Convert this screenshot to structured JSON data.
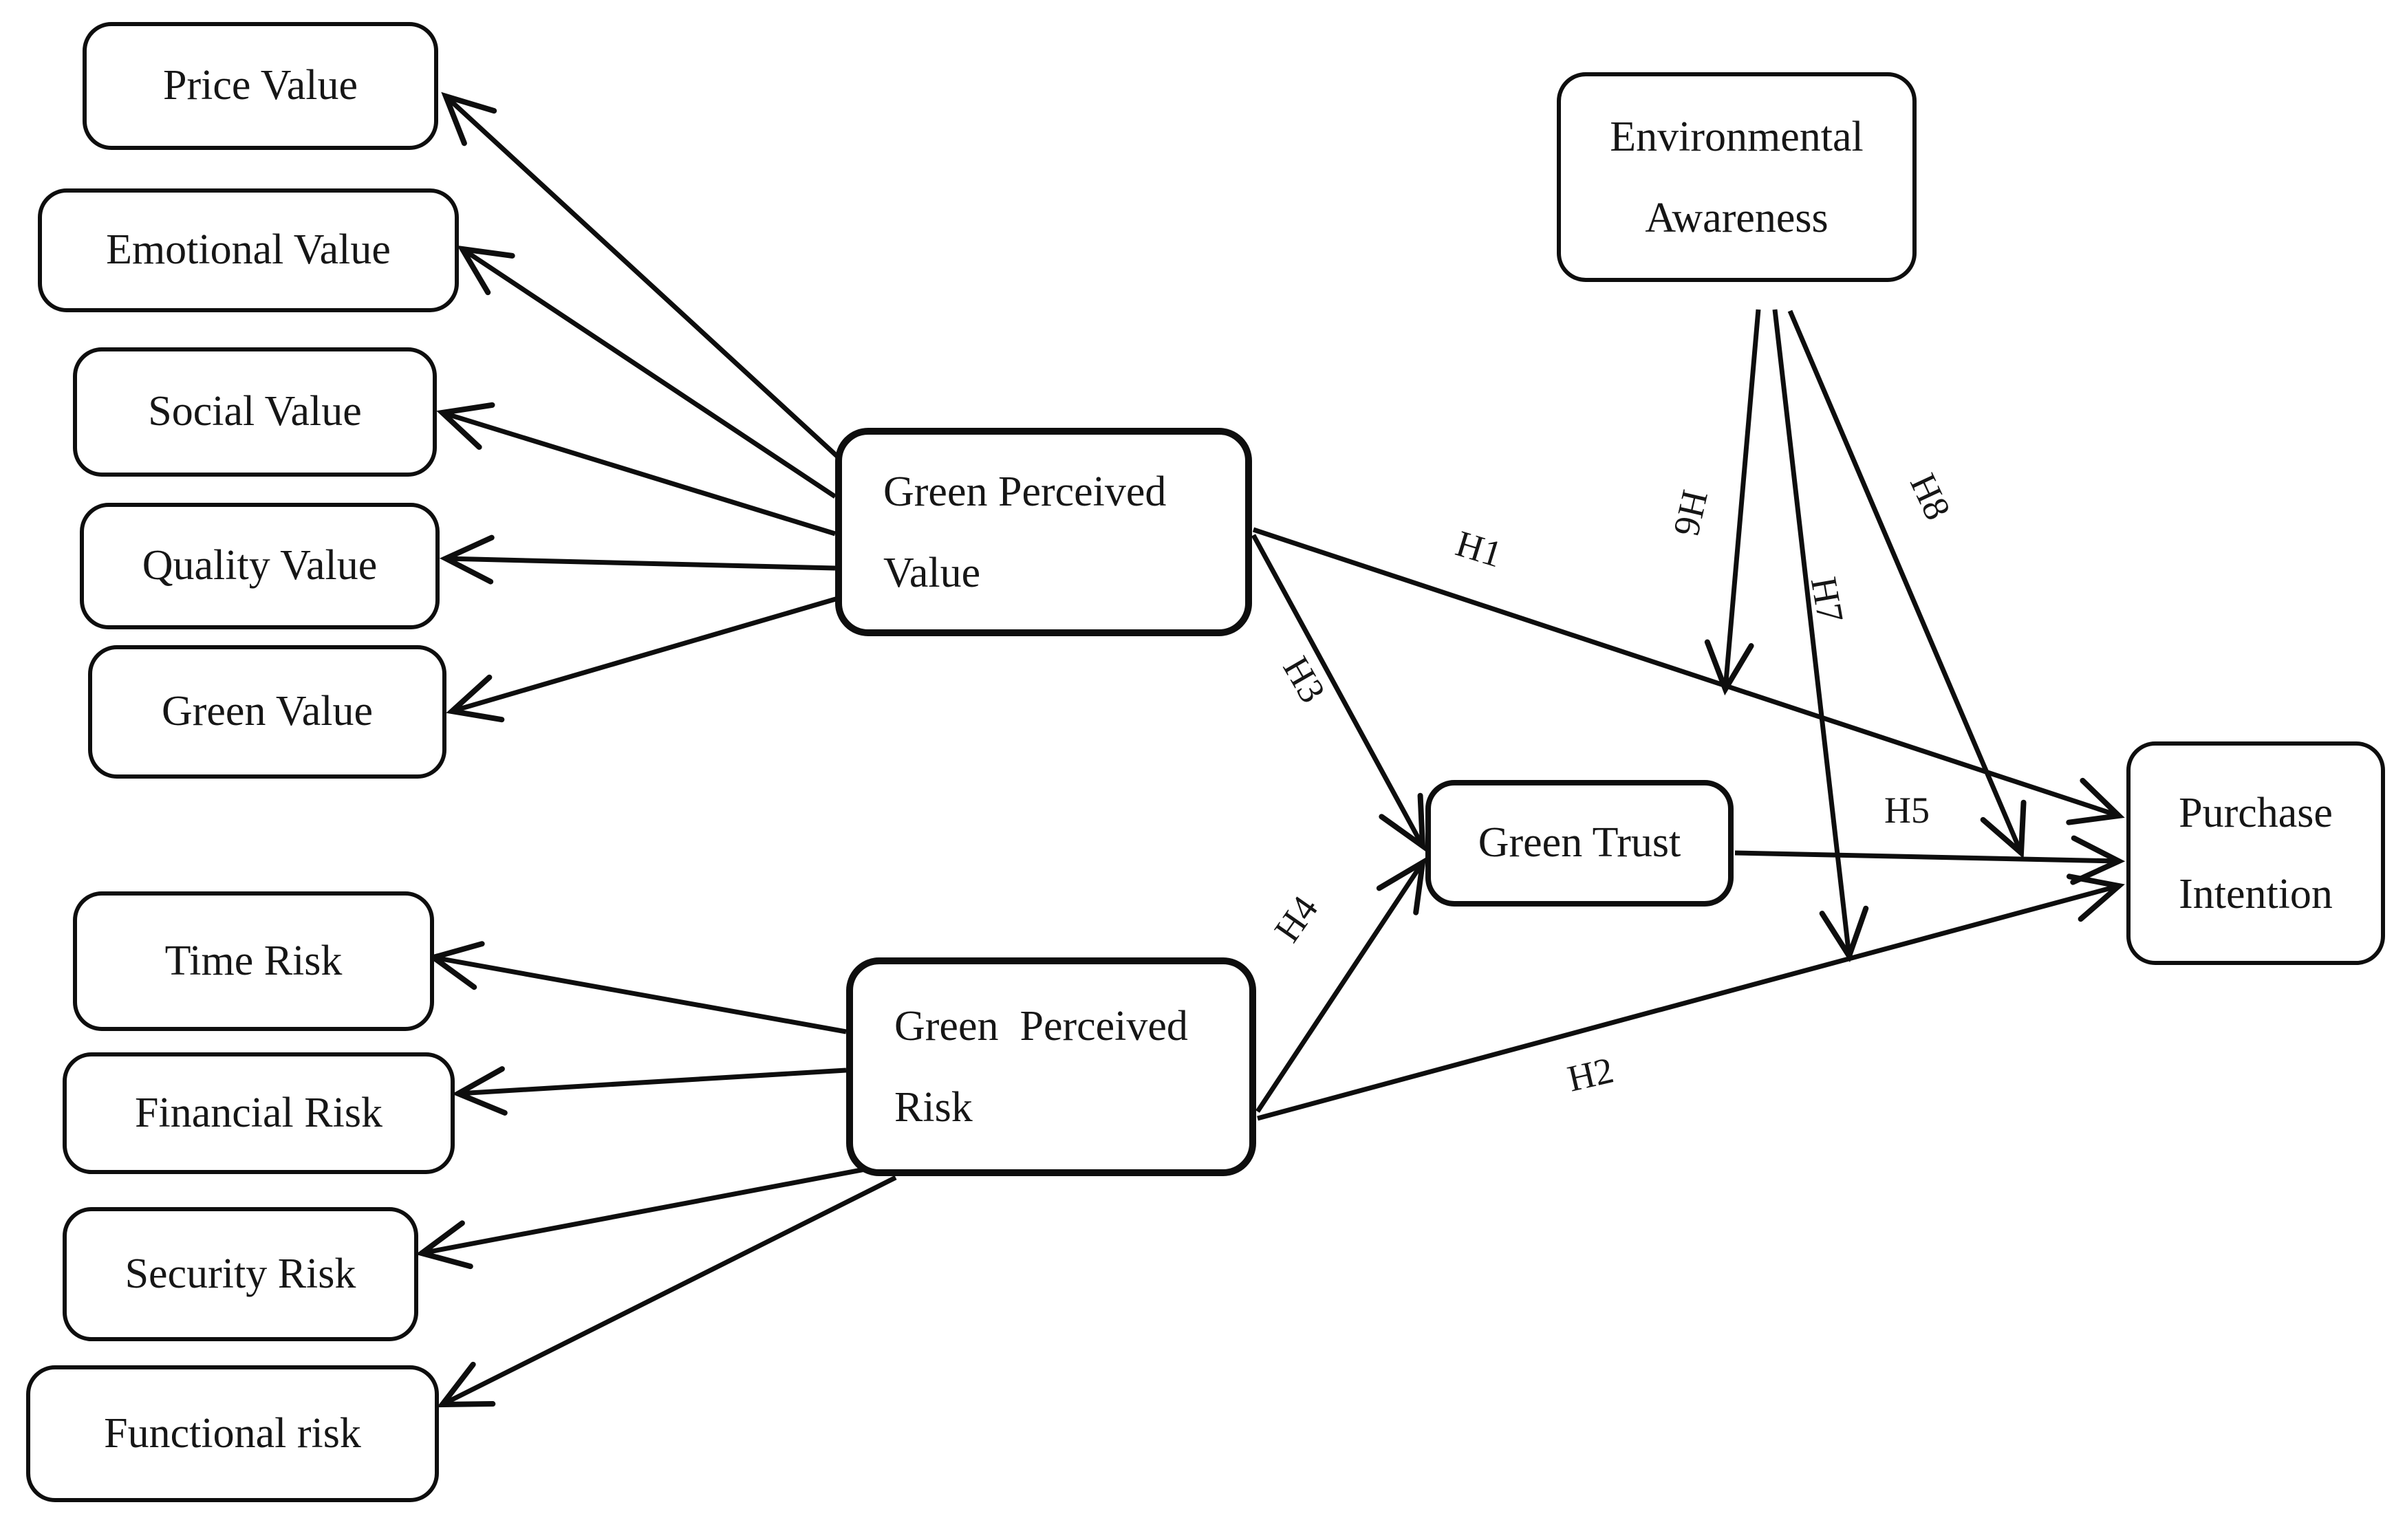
{
  "colors": {
    "background": "#ffffff",
    "ink": "#141414"
  },
  "diagram": {
    "nodes": {
      "price_value": {
        "label": "Price Value"
      },
      "emotional_value": {
        "label": "Emotional Value"
      },
      "social_value": {
        "label": "Social Value"
      },
      "quality_value": {
        "label": "Quality Value"
      },
      "green_value": {
        "label": "Green Value"
      },
      "green_perceived_value": {
        "line1": "Green Perceived",
        "line2": "Value"
      },
      "time_risk": {
        "label": "Time Risk"
      },
      "financial_risk": {
        "label": "Financial Risk"
      },
      "security_risk": {
        "label": "Security Risk"
      },
      "functional_risk": {
        "label": "Functional risk"
      },
      "green_perceived_risk": {
        "line1": "Green  Perceived",
        "line2": "Risk"
      },
      "green_trust": {
        "label": "Green Trust"
      },
      "environmental_awareness": {
        "line1": "Environmental",
        "line2": "Awareness"
      },
      "purchase_intention": {
        "line1": "Purchase",
        "line2": "Intention"
      }
    },
    "measurement_arrows": {
      "from_green_perceived_value": [
        "Price Value",
        "Emotional Value",
        "Social Value",
        "Quality Value",
        "Green Value"
      ],
      "from_green_perceived_risk": [
        "Time Risk",
        "Financial Risk",
        "Security Risk",
        "Functional risk"
      ]
    },
    "hypotheses": {
      "h1": {
        "label": "H1",
        "from": "Green Perceived Value",
        "to": "Purchase Intention"
      },
      "h2": {
        "label": "H2",
        "from": "Green Perceived Risk",
        "to": "Purchase Intention"
      },
      "h3": {
        "label": "H3",
        "from": "Green Perceived Value",
        "to": "Green Trust"
      },
      "h4": {
        "label": "H4",
        "from": "Green Perceived Risk",
        "to": "Green Trust"
      },
      "h5": {
        "label": "H5",
        "from": "Green Trust",
        "to": "Purchase Intention"
      },
      "h6": {
        "label": "H6",
        "from": "Environmental Awareness",
        "to": "H1 path"
      },
      "h7": {
        "label": "H7",
        "from": "Environmental Awareness",
        "to": "H2 path"
      },
      "h8": {
        "label": "H8",
        "from": "Environmental Awareness",
        "to": "H5 path"
      }
    }
  }
}
